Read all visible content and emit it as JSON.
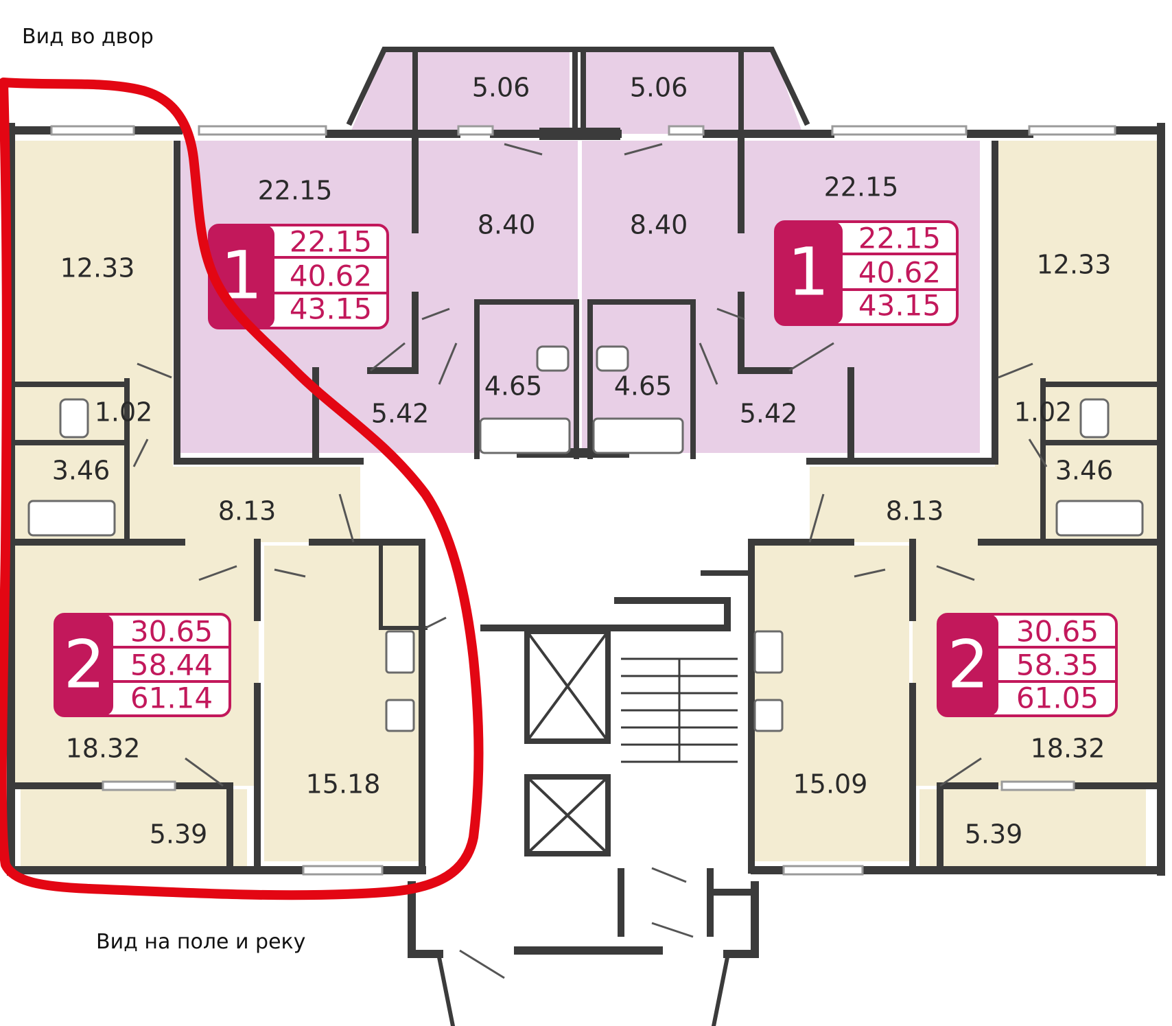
{
  "captions": {
    "top": "Вид во двор",
    "bottom": "Вид на поле и реку"
  },
  "colors": {
    "two_room_fill": "#f3ecd2",
    "one_room_fill": "#e8cfe6",
    "wall": "#3b3b3b",
    "badge": "#c2185b",
    "highlight": "#e30613"
  },
  "apartments": {
    "left_2room": {
      "rooms": {
        "bedroom": "12.33",
        "wc": "1.02",
        "bath": "3.46",
        "hall": "8.13",
        "living": "18.32",
        "kitchen": "15.18",
        "loggia": "5.39"
      },
      "badge": {
        "count": "2",
        "living_area": "30.65",
        "area": "58.44",
        "total_area": "61.14"
      }
    },
    "left_1room": {
      "rooms": {
        "living": "22.15",
        "loggia": "5.06",
        "kitchen": "8.40",
        "hall": "5.42",
        "bath": "4.65"
      },
      "badge": {
        "count": "1",
        "living_area": "22.15",
        "area": "40.62",
        "total_area": "43.15"
      }
    },
    "right_1room": {
      "rooms": {
        "living": "22.15",
        "loggia": "5.06",
        "kitchen": "8.40",
        "hall": "5.42",
        "bath": "4.65"
      },
      "badge": {
        "count": "1",
        "living_area": "22.15",
        "area": "40.62",
        "total_area": "43.15"
      }
    },
    "right_2room": {
      "rooms": {
        "bedroom": "12.33",
        "wc": "1.02",
        "bath": "3.46",
        "hall": "8.13",
        "living": "18.32",
        "kitchen": "15.09",
        "loggia": "5.39"
      },
      "badge": {
        "count": "2",
        "living_area": "30.65",
        "area": "58.35",
        "total_area": "61.05"
      }
    }
  }
}
